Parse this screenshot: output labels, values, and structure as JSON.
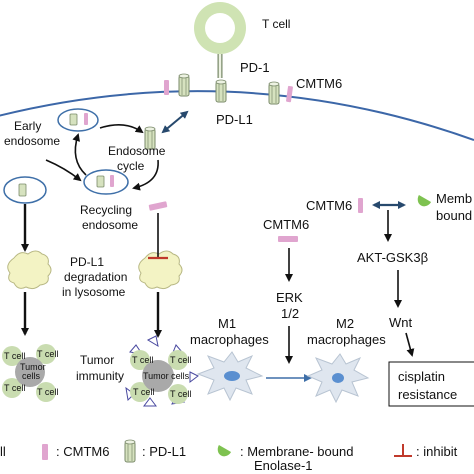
{
  "labels": {
    "t_cell": "T cell",
    "pd1": "PD-1",
    "pdl1_top": "PD-L1",
    "cmtm6_top": "CMTM6",
    "early_endosome_1": "Early",
    "early_endosome_2": "endosome",
    "endosome_cycle_1": "Endosome",
    "endosome_cycle_2": "cycle",
    "recycling_endosome_1": "Recycling",
    "recycling_endosome_2": "endosome",
    "degradation_1": "PD-L1",
    "degradation_2": "degradation",
    "degradation_3": "in lysosome",
    "tumor_immunity_1": "Tumor",
    "tumor_immunity_2": "immunity",
    "cmtm6_right": "CMTM6",
    "membrane_bound_1": "Memb",
    "membrane_bound_2": "bound",
    "cmtm6_mid": "CMTM6",
    "akt": "AKT-GSK3β",
    "erk_1": "ERK",
    "erk_2": "1/2",
    "m1_1": "M1",
    "m1_2": "macrophages",
    "m2_1": "M2",
    "m2_2": "macrophages",
    "wnt": "Wnt",
    "cisplatin_1": "cisplatin",
    "cisplatin_2": "resistance",
    "tumor_cells_left_1": "Tumor",
    "tumor_cells_left_2": "cells",
    "tumor_cells_mid": "Tumor cells",
    "t_cell_small": "T cell"
  },
  "legend": {
    "partial": "ll",
    "cmtm6": ": CMTM6",
    "pdl1": ": PD-L1",
    "membrane_1": ": Membrane- bound",
    "membrane_2": "Enolase-1",
    "inhibit": ": inhibit"
  },
  "colors": {
    "cmtm6": "#e0a5cf",
    "pdl1_fill": "#d6e2bf",
    "pdl1_stroke": "#7a8a6a",
    "t_cell_outer": "#cfe3b3",
    "membrane": "#3c67a8",
    "enolase": "#7ec250",
    "inhibit": "#c0392b",
    "lysosome": "#f3f3c4",
    "tumor_cell": "#a9a9a9",
    "macrophage": "#dfe6ef"
  }
}
